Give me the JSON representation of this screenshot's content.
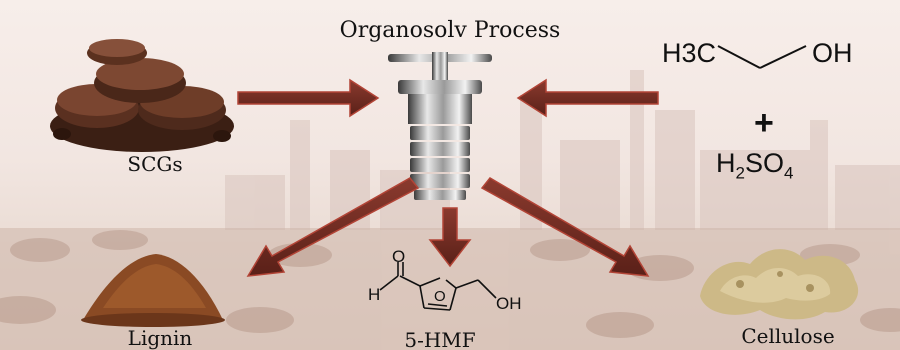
{
  "title": "Organosolv Process",
  "labels": {
    "feedstock": "SCGs",
    "product_left": "Lignin",
    "product_center": "5-HMF",
    "product_right": "Cellulose"
  },
  "reagents": {
    "ethanol_left": "H3C",
    "ethanol_right": "OH",
    "plus": "+",
    "acid_main": "H",
    "acid_sub1": "2",
    "acid_mid": "SO",
    "acid_sub2": "4"
  },
  "hmf_atoms": {
    "aldehyde_h": "H",
    "aldehyde_o": "O",
    "ring_o": "O",
    "hydroxyl": "OH"
  },
  "colors": {
    "arrow_fill": "#6e2b22",
    "arrow_edge": "#a83a30",
    "arrow_light": "#9b4a3d"
  }
}
